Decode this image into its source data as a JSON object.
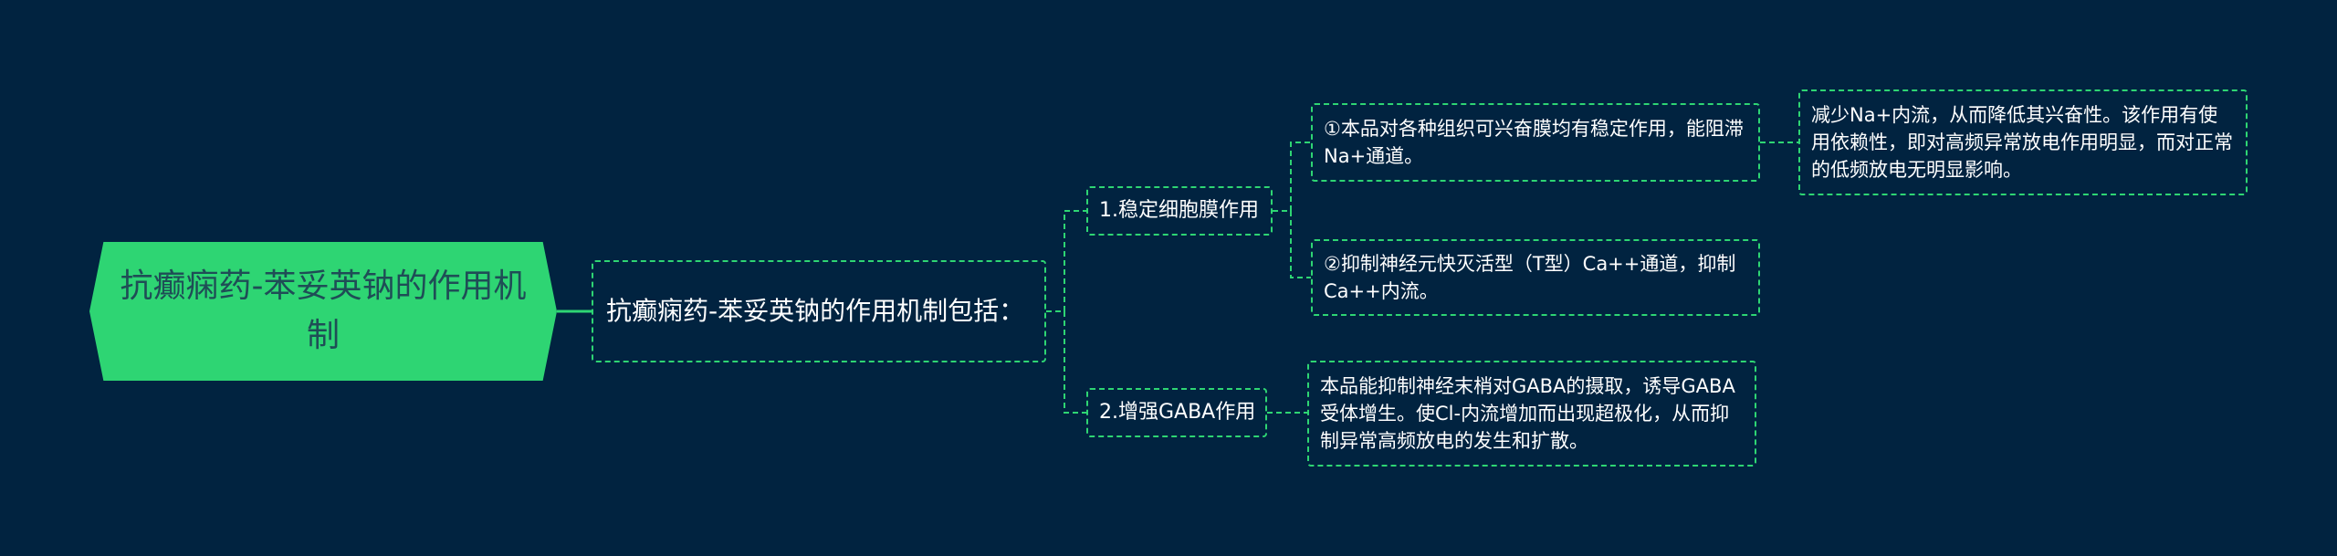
{
  "colors": {
    "background": "#012340",
    "root_fill": "#2ed573",
    "root_text": "#1f4d56",
    "line": "#2ed573",
    "node_text": "#ffffff"
  },
  "mindmap": {
    "root": "抗癫痫药-苯妥英钠的作用机制",
    "main": "抗癫痫药-苯妥英钠的作用机制包括：",
    "branch1": {
      "label": "1.稳定细胞膜作用",
      "child1": "①本品对各种组织可兴奋膜均有稳定作用，能阻滞Na+通道。",
      "child1_detail": "减少Na+内流，从而降低其兴奋性。该作用有使用依赖性，即对高频异常放电作用明显，而对正常的低频放电无明显影响。",
      "child2": "②抑制神经元快灭活型（T型）Ca++通道，抑制Ca++内流。"
    },
    "branch2": {
      "label": "2.增强GABA作用",
      "child1": "本品能抑制神经末梢对GABA的摄取，诱导GABA受体增生。使Cl-内流增加而出现超极化，从而抑制异常高频放电的发生和扩散。"
    }
  }
}
